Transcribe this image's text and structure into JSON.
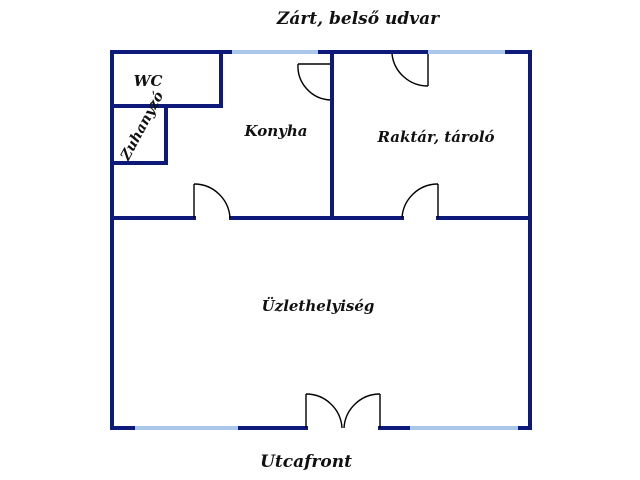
{
  "labels": {
    "courtyard": "Zárt, belső udvar",
    "street": "Utcafront",
    "wc": "WC",
    "shower": "Zuhanyzó",
    "kitchen": "Konyha",
    "storage": "Raktár, tároló",
    "shop": "Üzlethelyiség"
  },
  "colors": {
    "wall": "#0d1a7a",
    "window": "#a9c7e8",
    "door": "#000000",
    "text": "#111111"
  }
}
